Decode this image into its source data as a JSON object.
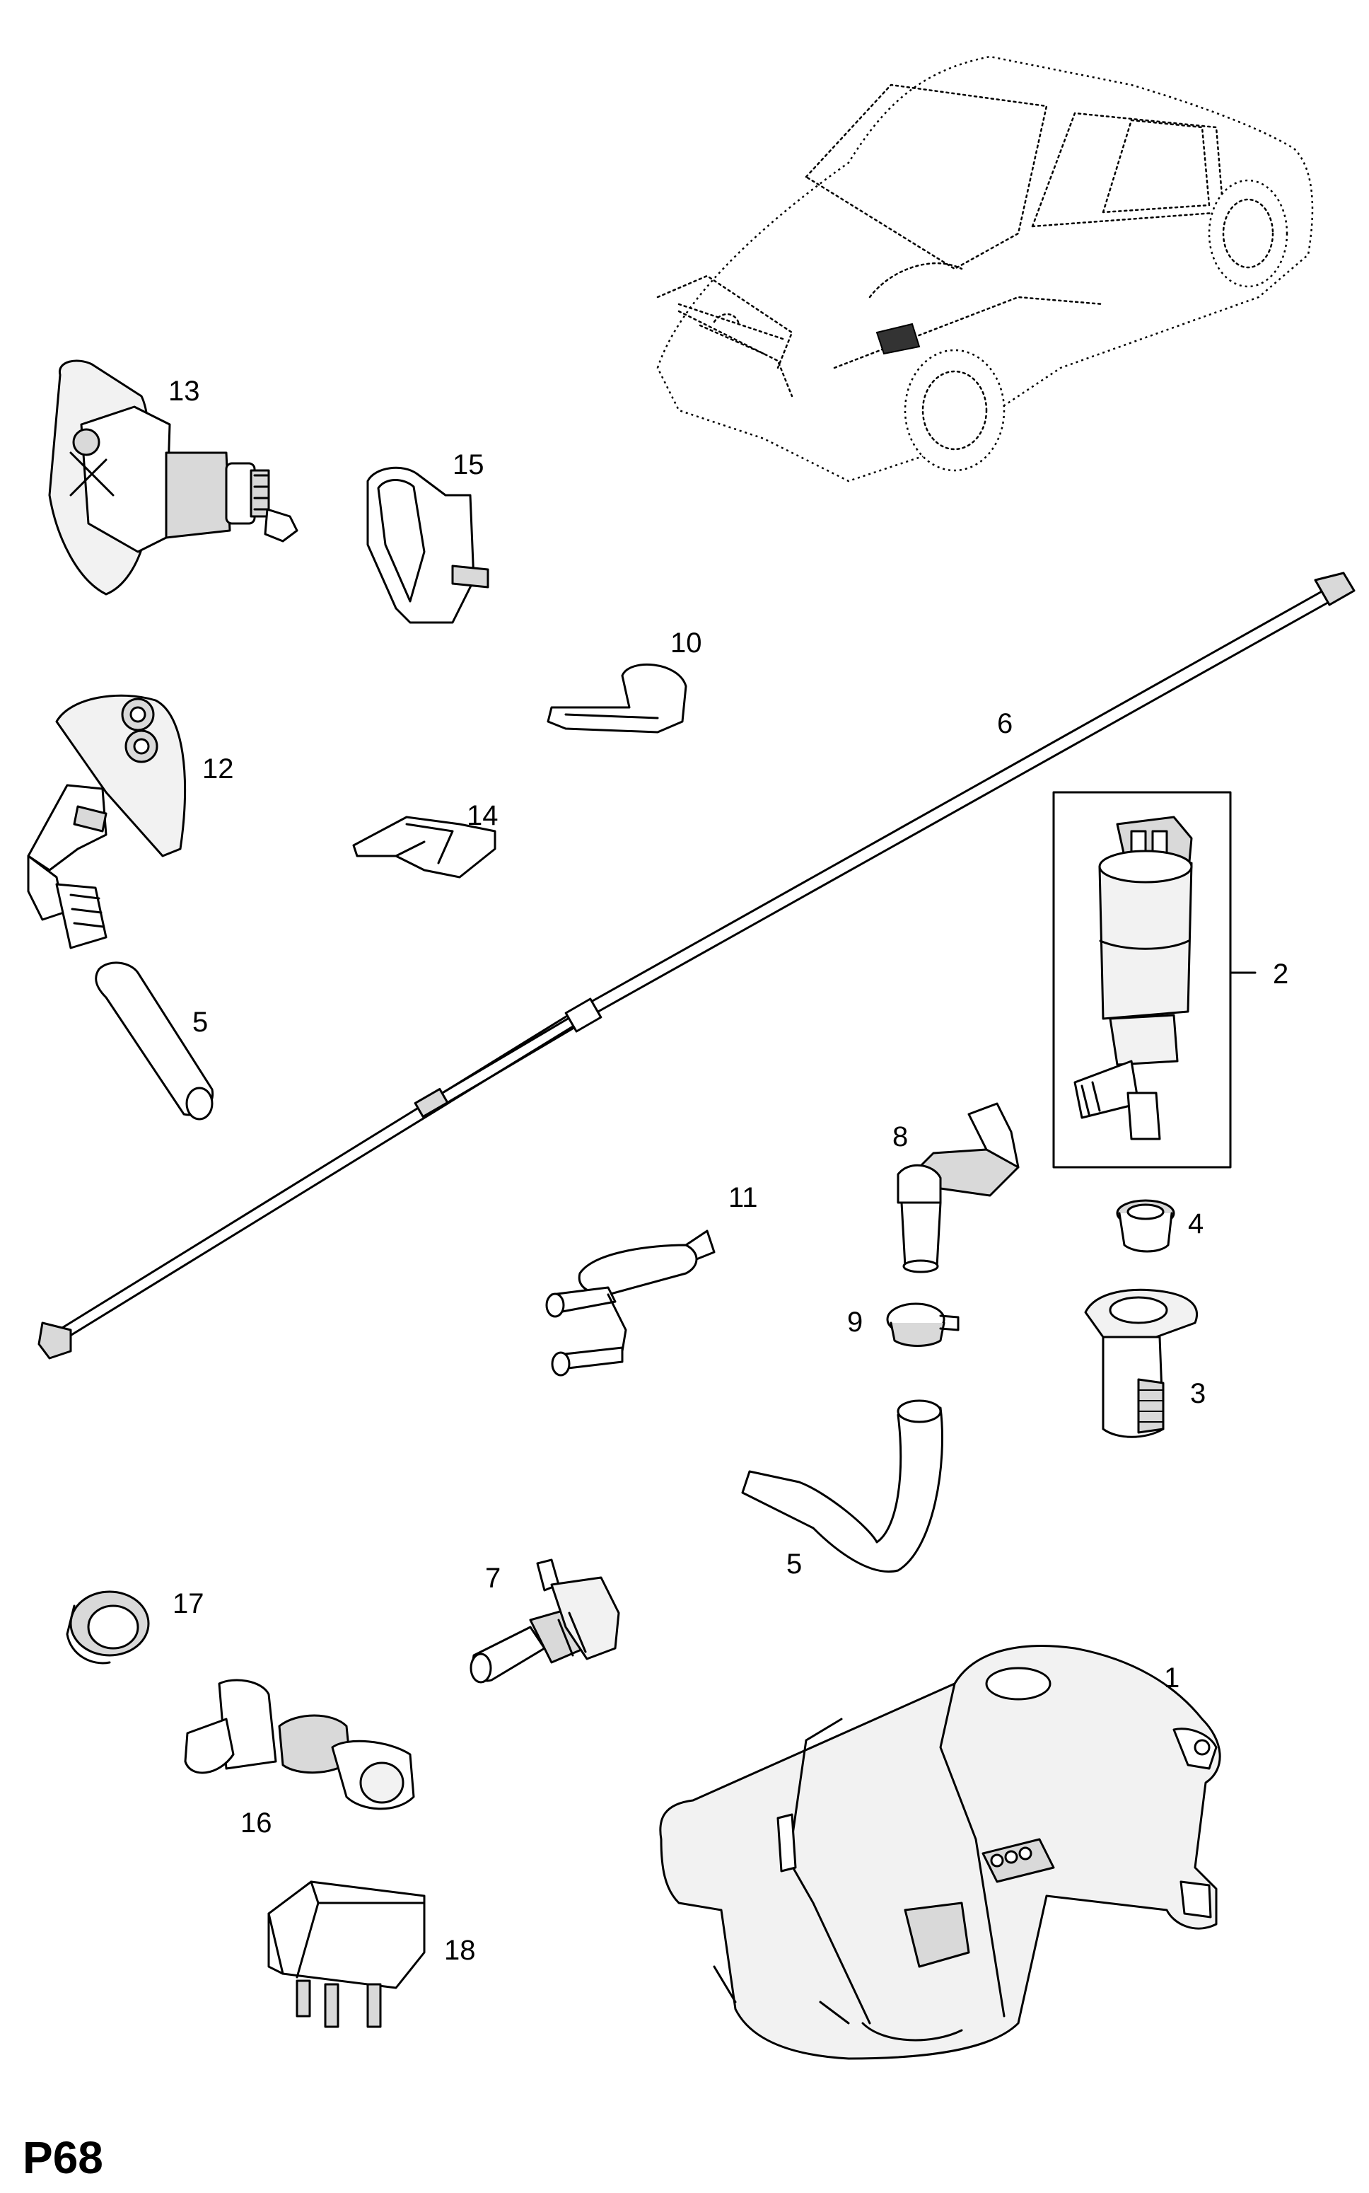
{
  "diagram": {
    "page_code": "P68",
    "callouts": {
      "c1": "1",
      "c2": "2",
      "c3": "3",
      "c4": "4",
      "c5a": "5",
      "c5b": "5",
      "c6": "6",
      "c7": "7",
      "c8": "8",
      "c9": "9",
      "c10": "10",
      "c11": "11",
      "c12": "12",
      "c13": "13",
      "c14": "14",
      "c15": "15",
      "c16": "16",
      "c17": "17",
      "c18": "18"
    }
  }
}
